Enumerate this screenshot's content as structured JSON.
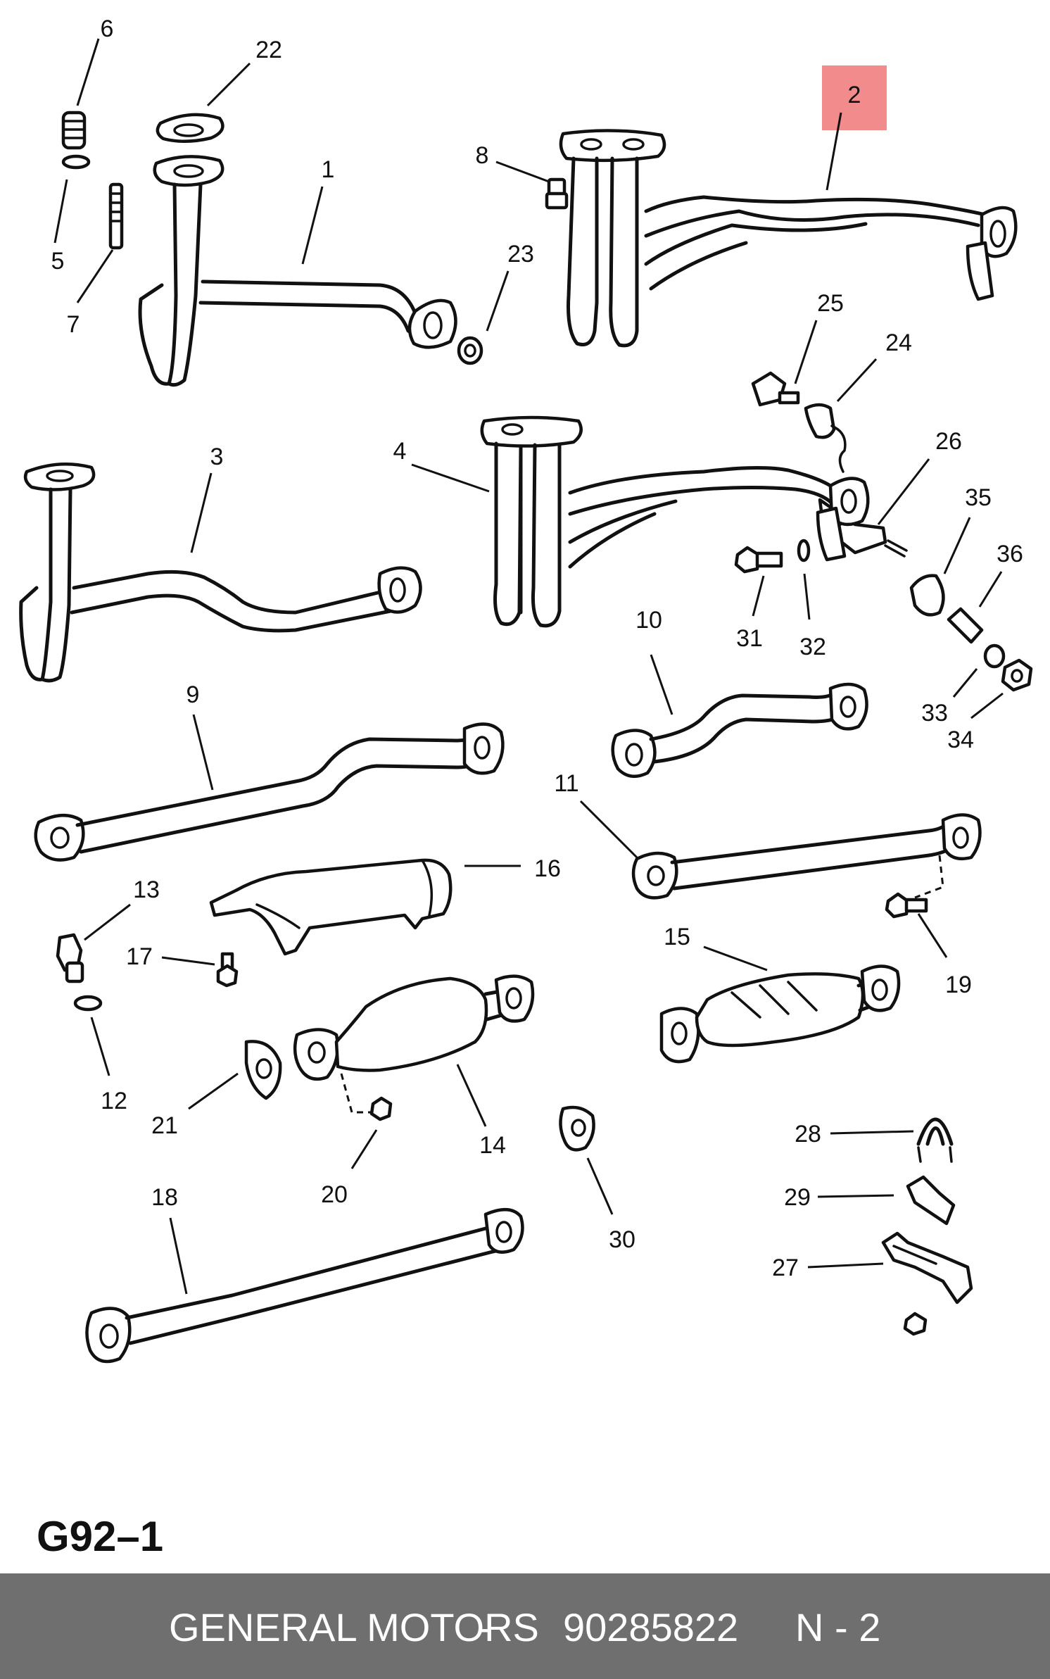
{
  "diagram": {
    "code": "G92–1",
    "highlighted_callout": "2",
    "accent_color": "#f28b8b",
    "callouts": [
      "1",
      "2",
      "3",
      "4",
      "5",
      "6",
      "7",
      "8",
      "9",
      "10",
      "11",
      "12",
      "13",
      "14",
      "15",
      "16",
      "17",
      "18",
      "19",
      "20",
      "21",
      "22",
      "23",
      "24",
      "25",
      "26",
      "27",
      "28",
      "29",
      "30",
      "31",
      "32",
      "33",
      "34",
      "35",
      "36"
    ]
  },
  "footer": {
    "brand": "GENERAL MOTORS",
    "separator": "-",
    "part_number": "90285822",
    "page": "N - 2",
    "background": "#6f6f6f"
  }
}
